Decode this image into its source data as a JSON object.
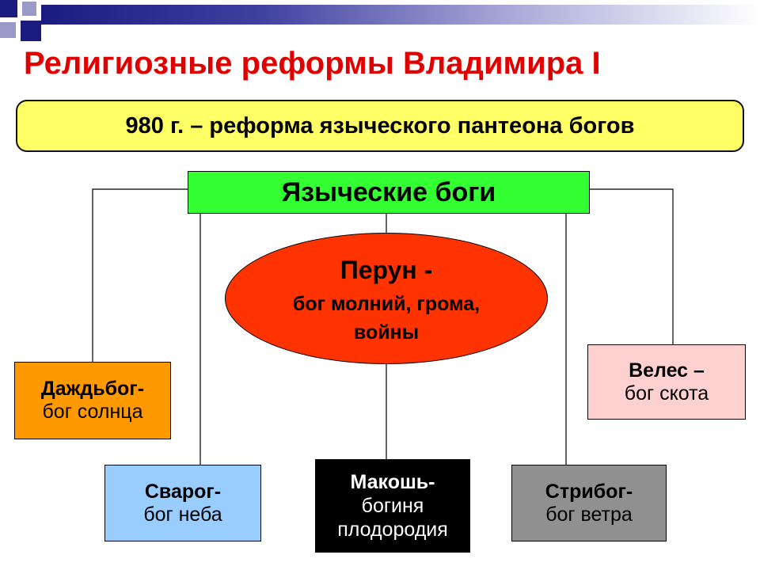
{
  "title": "Религиозные реформы Владимира I",
  "reform": "980 г. – реформа языческого пантеона богов",
  "group": "Языческие боги",
  "perun": {
    "name": "Перун -",
    "desc_line1": "бог молний, грома,",
    "desc_line2": "войны"
  },
  "gods": {
    "dazhdbog": {
      "name": "Даждьбог-",
      "desc": "бог солнца"
    },
    "veles": {
      "name": "Велес –",
      "desc": "бог скота"
    },
    "svarog": {
      "name": "Сварог-",
      "desc": "бог неба"
    },
    "makosh": {
      "name": "Макошь-",
      "desc_line1": "богиня",
      "desc_line2": "плодородия"
    },
    "stribog": {
      "name": "Стрибог-",
      "desc": "бог ветра"
    }
  },
  "colors": {
    "title": "#e00000",
    "reform_bg": "#ffff66",
    "group_bg": "#33ff33",
    "perun_bg": "#ff3300",
    "dazhdbog_bg": "#ff9900",
    "veles_bg": "#ffd0d0",
    "svarog_bg": "#99ccff",
    "makosh_bg": "#000000",
    "stribog_bg": "#909090"
  }
}
